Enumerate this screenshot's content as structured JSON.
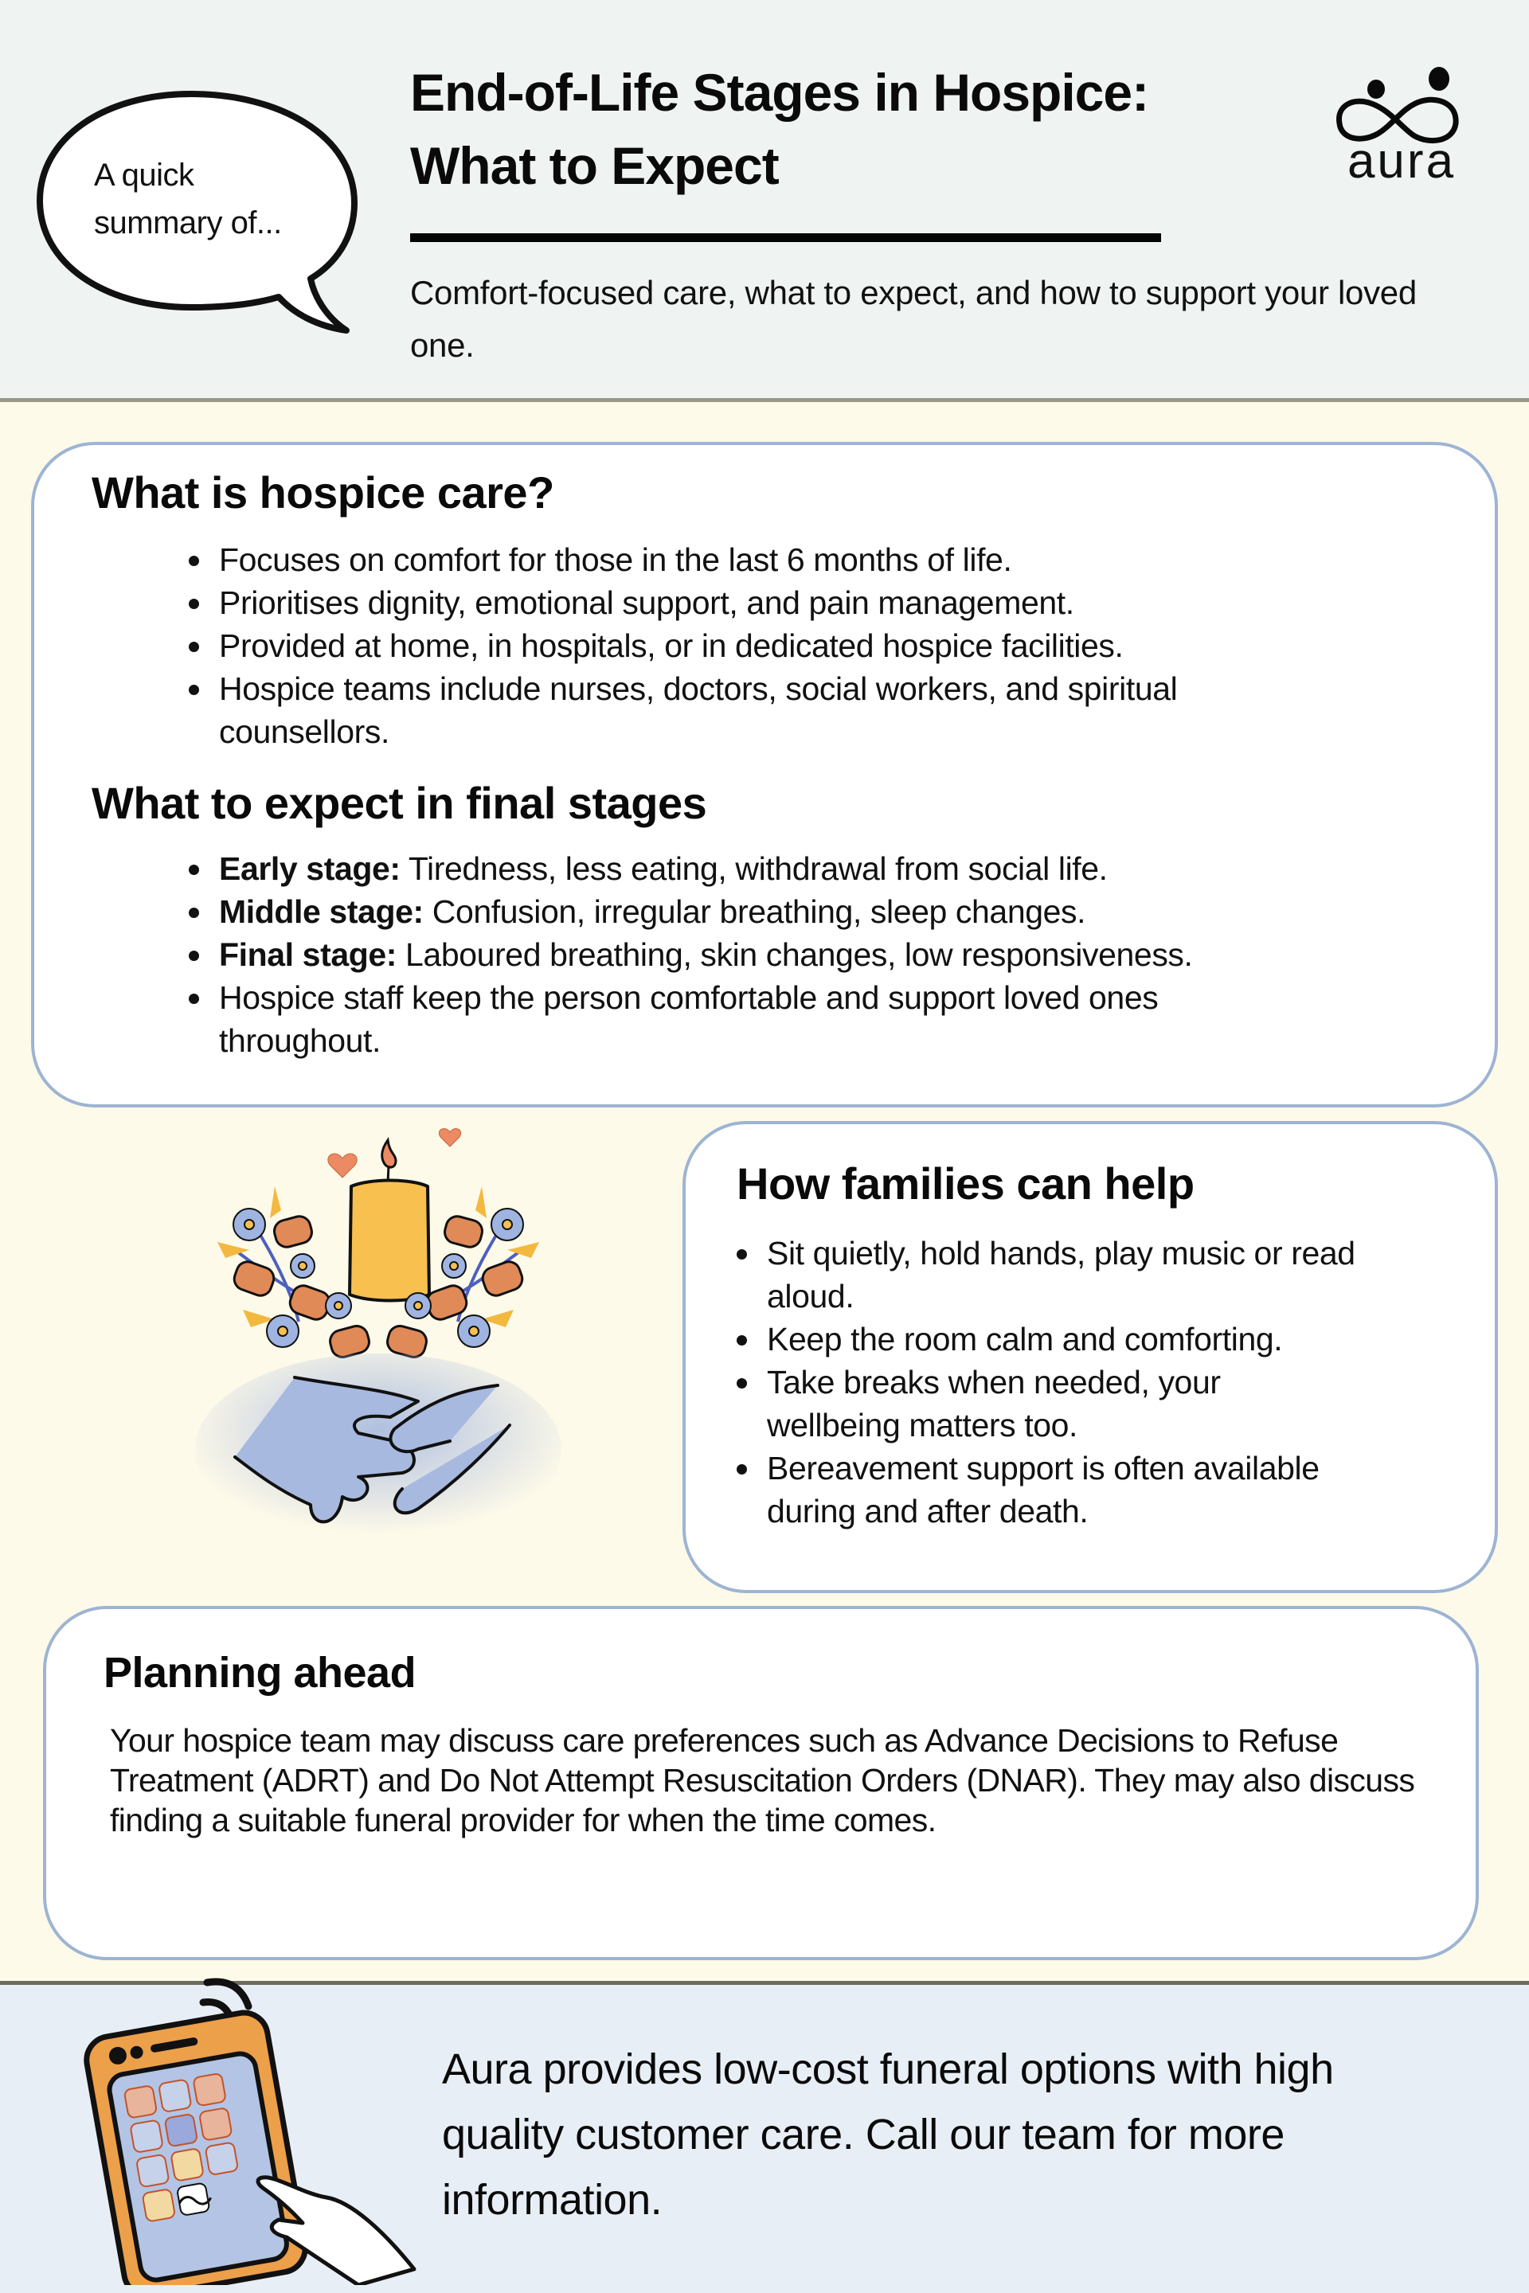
{
  "header": {
    "bubble_text_line1": "A quick",
    "bubble_text_line2": "summary of...",
    "title_line1": "End-of-Life Stages in Hospice:",
    "title_line2": "What to Expect",
    "subtitle": "Comfort-focused care, what to expect, and how to support your loved one.",
    "logo": {
      "icon": "infinity-people-icon",
      "wordmark": "aura"
    }
  },
  "hospice_card": {
    "heading": "What is hospice care?",
    "items": [
      "Focuses on comfort for those in the last 6 months of life.",
      "Prioritises dignity, emotional support, and pain management.",
      "Provided at home, in hospitals, or in dedicated hospice facilities.",
      "Hospice teams include nurses, doctors, social workers, and spiritual counsellors."
    ],
    "stages_heading": "What to expect in final stages",
    "stages": [
      {
        "label": "Early stage:",
        "text": " Tiredness, less eating, withdrawal from social life."
      },
      {
        "label": "Middle stage:",
        "text": " Confusion, irregular breathing, sleep changes."
      },
      {
        "label": "Final stage:",
        "text": " Laboured breathing, skin changes, low responsiveness."
      },
      {
        "label": "",
        "text": "Hospice staff keep the person comfortable and support loved ones throughout."
      }
    ]
  },
  "illustration": {
    "description": "candle-with-flowers-and-holding-hands",
    "colors": {
      "candle": "#f7c04f",
      "flower": "#9fb4e0",
      "rose": "#e08a58",
      "hands": "#a7b9df",
      "heart": "#ec8a64"
    }
  },
  "families_card": {
    "heading": "How families can help",
    "items": [
      "Sit quietly, hold hands, play music or read aloud.",
      "Keep the room calm and comforting.",
      "Take breaks when needed, your wellbeing matters too.",
      "Bereavement support is often available during and after death."
    ]
  },
  "planning_card": {
    "heading": "Planning ahead",
    "body": "Your hospice team may discuss care preferences such as Advance Decisions to Refuse Treatment (ADRT) and Do Not Attempt Resuscitation Orders (DNAR). They may also discuss finding a suitable funeral provider for when the time comes."
  },
  "footer": {
    "text": "Aura provides low-cost funeral options with high quality customer care. Call our team for more information.",
    "illustration": "phone-with-app-icons-and-hand"
  },
  "colors": {
    "header_bg": "#eff3f2",
    "main_bg": "#fefae9",
    "footer_bg": "#e8eef5",
    "card_border": "#9db4d3",
    "divider": "#9a978a"
  }
}
